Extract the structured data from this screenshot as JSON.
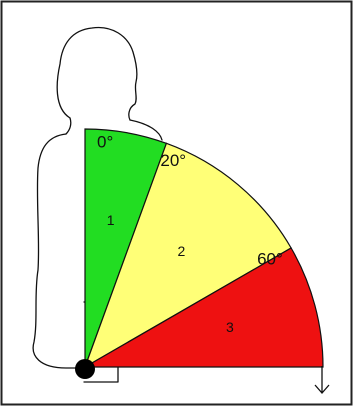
{
  "zones": [
    {
      "id": "1",
      "label": "1",
      "start_deg": 0,
      "end_deg": 20,
      "color": "#22dd22"
    },
    {
      "id": "2",
      "label": "2",
      "start_deg": 20,
      "end_deg": 60,
      "color": "#ffff77"
    },
    {
      "id": "3",
      "label": "3",
      "start_deg": 60,
      "end_deg": 90,
      "color": "#ee1111"
    }
  ],
  "angle_labels": [
    {
      "id": "0",
      "text": "0°",
      "deg": 0
    },
    {
      "id": "20",
      "text": "20°",
      "deg": 20
    },
    {
      "id": "60",
      "text": "60°",
      "deg": 60
    }
  ],
  "colors": {
    "frame": "#222222",
    "outline": "#111111",
    "pivot": "#000000"
  }
}
